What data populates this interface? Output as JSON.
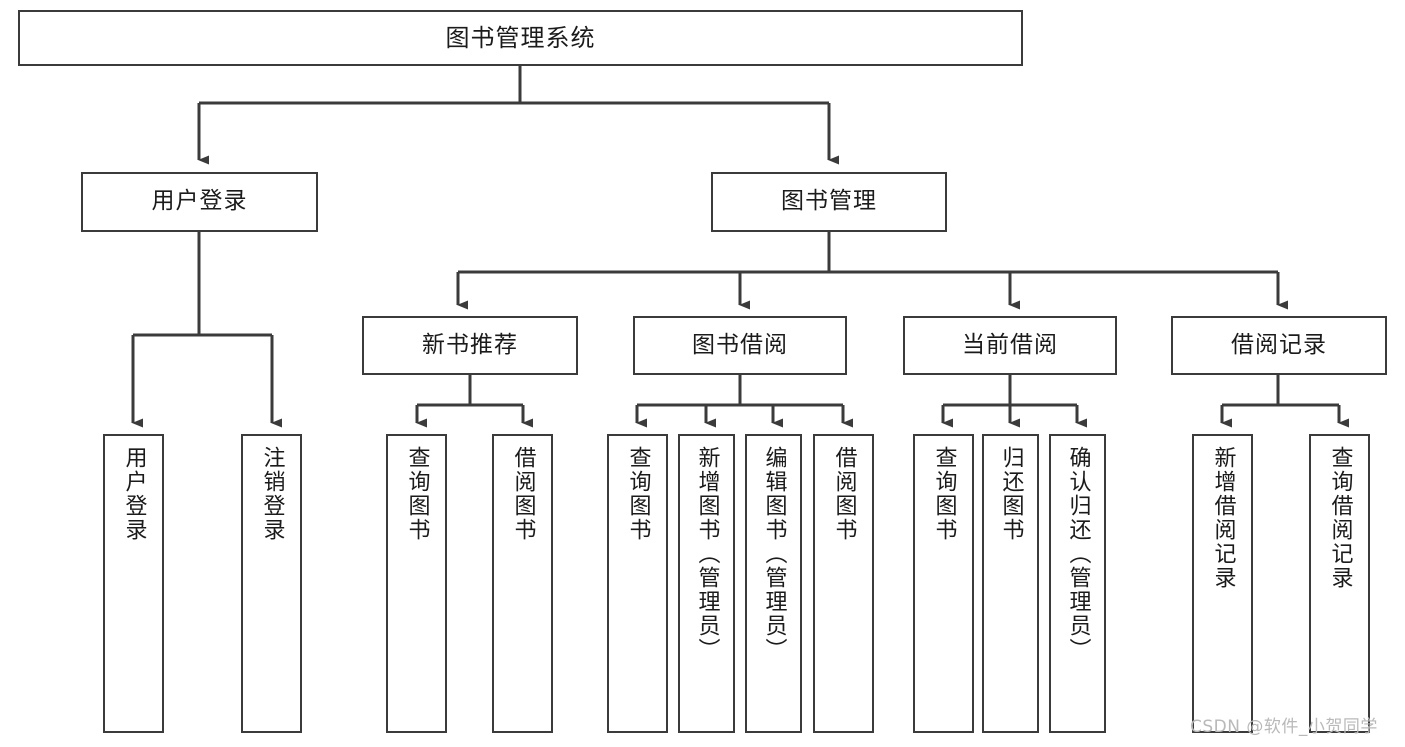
{
  "diagram": {
    "title": "图书管理系统",
    "type": "hierarchy-tree",
    "watermark": "CSDN @软件_小贺同学",
    "colors": {
      "box_border": "#3b3b3b",
      "box_fill": "#ffffff",
      "connector": "#3b3b3b",
      "text": "#1b1b1b",
      "watermark": "#b9b9b9",
      "background": "#ffffff"
    },
    "nodes": {
      "root": {
        "label": "图书管理系统",
        "level": 1,
        "orientation": "horizontal"
      },
      "l2": [
        {
          "id": "user-login",
          "label": "用户登录",
          "level": 2,
          "orientation": "horizontal"
        },
        {
          "id": "book-manage",
          "label": "图书管理",
          "level": 2,
          "orientation": "horizontal"
        }
      ],
      "l3": [
        {
          "id": "new-book-recommend",
          "label": "新书推荐",
          "level": 3,
          "orientation": "horizontal",
          "parent": "book-manage"
        },
        {
          "id": "book-borrow",
          "label": "图书借阅",
          "level": 3,
          "orientation": "horizontal",
          "parent": "book-manage"
        },
        {
          "id": "current-borrow",
          "label": "当前借阅",
          "level": 3,
          "orientation": "horizontal",
          "parent": "book-manage"
        },
        {
          "id": "borrow-record",
          "label": "借阅记录",
          "level": 3,
          "orientation": "horizontal",
          "parent": "book-manage"
        }
      ],
      "leaves": [
        {
          "id": "leaf-user-login",
          "label": "用户登录",
          "parent": "user-login",
          "orientation": "vertical"
        },
        {
          "id": "leaf-user-logout",
          "label": "注销登录",
          "parent": "user-login",
          "orientation": "vertical"
        },
        {
          "id": "leaf-query-book-1",
          "label": "查询图书",
          "parent": "new-book-recommend",
          "orientation": "vertical"
        },
        {
          "id": "leaf-borrow-book-1",
          "label": "借阅图书",
          "parent": "new-book-recommend",
          "orientation": "vertical"
        },
        {
          "id": "leaf-query-book-2",
          "label": "查询图书",
          "parent": "book-borrow",
          "orientation": "vertical"
        },
        {
          "id": "leaf-add-book",
          "label": "新增图书（管理员）",
          "parent": "book-borrow",
          "orientation": "vertical"
        },
        {
          "id": "leaf-edit-book",
          "label": "编辑图书（管理员）",
          "parent": "book-borrow",
          "orientation": "vertical"
        },
        {
          "id": "leaf-borrow-book-2",
          "label": "借阅图书",
          "parent": "book-borrow",
          "orientation": "vertical"
        },
        {
          "id": "leaf-query-book-3",
          "label": "查询图书",
          "parent": "current-borrow",
          "orientation": "vertical"
        },
        {
          "id": "leaf-return-book",
          "label": "归还图书",
          "parent": "current-borrow",
          "orientation": "vertical"
        },
        {
          "id": "leaf-confirm-return",
          "label": "确认归还（管理员）",
          "parent": "current-borrow",
          "orientation": "vertical"
        },
        {
          "id": "leaf-add-record",
          "label": "新增借阅记录",
          "parent": "borrow-record",
          "orientation": "vertical"
        },
        {
          "id": "leaf-query-record",
          "label": "查询借阅记录",
          "parent": "borrow-record",
          "orientation": "vertical"
        }
      ]
    }
  }
}
